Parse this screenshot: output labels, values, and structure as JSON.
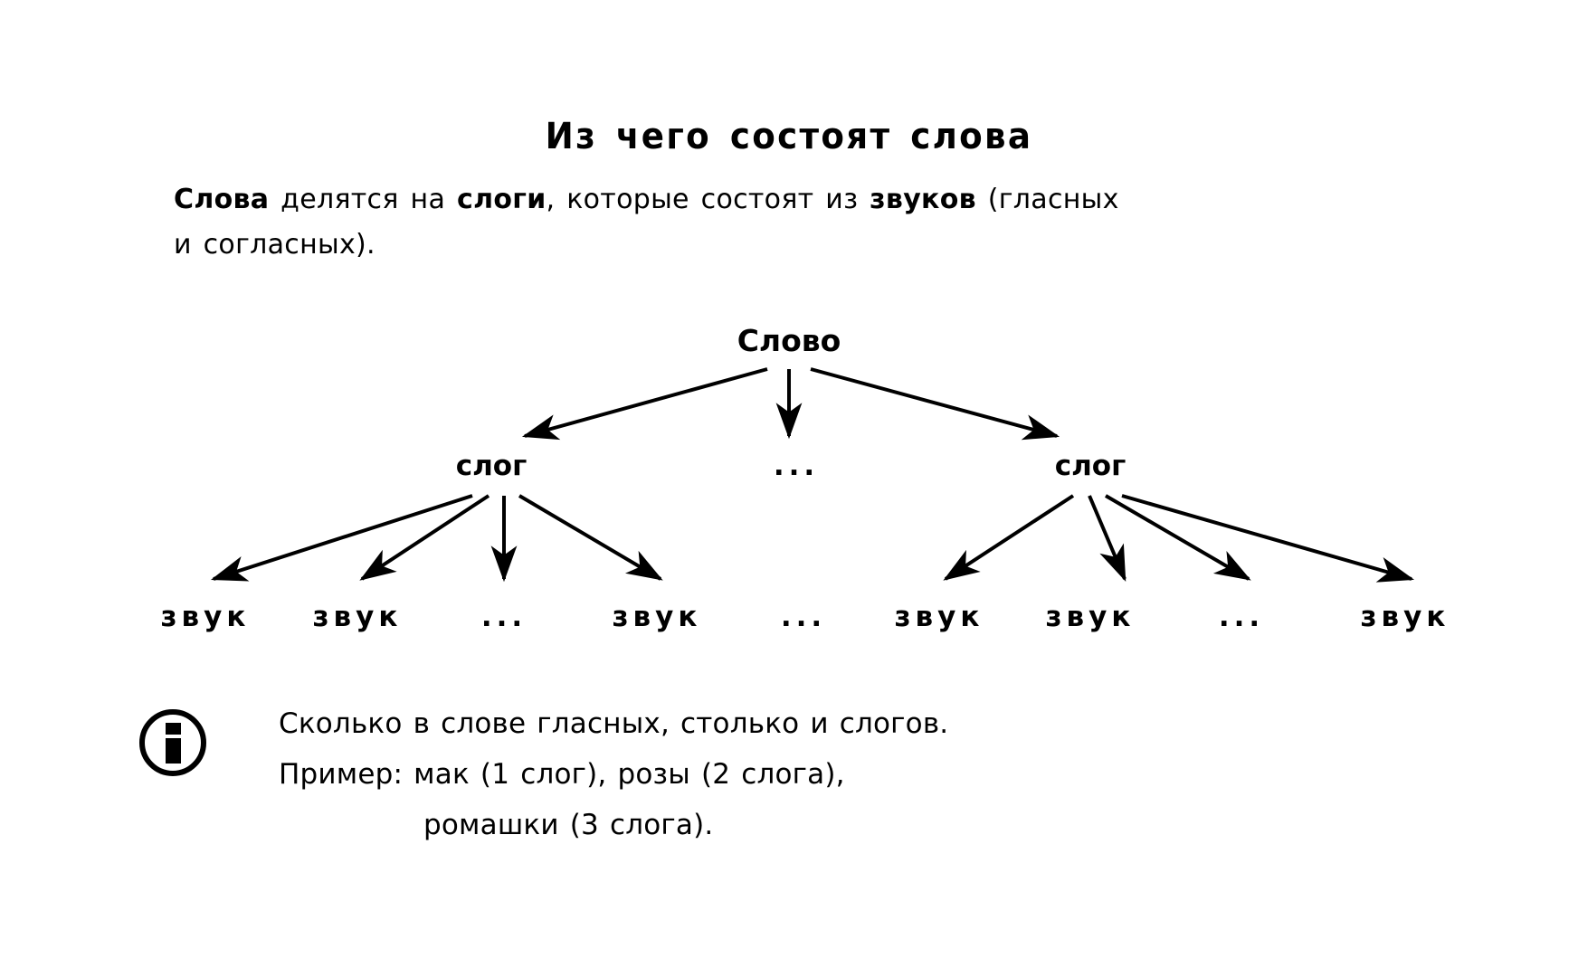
{
  "document": {
    "title": "Из чего состоят слова",
    "background_color": "#ffffff",
    "text_color": "#000000"
  },
  "intro": {
    "part1_bold": "Слова",
    "part2": " делятся на ",
    "part3_bold": "слоги",
    "part4": ", которые состоят из ",
    "part5_bold": "звуков",
    "part6": " (гласных",
    "line2": "и согласных)."
  },
  "diagram": {
    "type": "tree",
    "root": {
      "label": "Слово"
    },
    "level2": [
      {
        "label": "слог"
      },
      {
        "label": "..."
      },
      {
        "label": "слог"
      }
    ],
    "level3_left": [
      {
        "label": "звук"
      },
      {
        "label": "звук"
      },
      {
        "label": "..."
      },
      {
        "label": "звук"
      }
    ],
    "separator": {
      "label": "..."
    },
    "level3_right": [
      {
        "label": "звук"
      },
      {
        "label": "звук"
      },
      {
        "label": "..."
      },
      {
        "label": "звук"
      }
    ]
  },
  "note": {
    "icon": "info-icon",
    "line1": "Сколько в слове гласных, столько и слогов.",
    "line2": "Пример: мак (1 слог), розы (2 слога),",
    "line3": "ромашки (3 слога)."
  }
}
